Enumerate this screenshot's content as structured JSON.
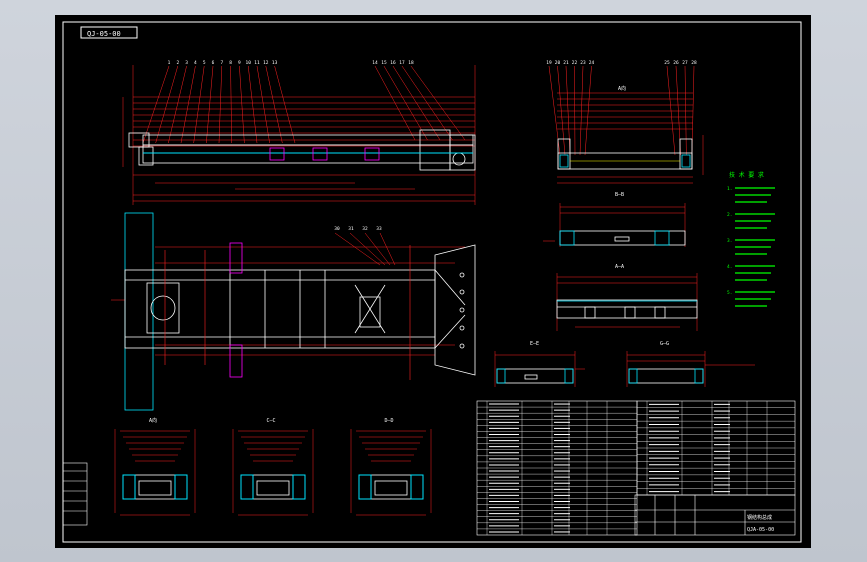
{
  "drawing": {
    "title_tag": "QJ-05-00",
    "background_color": "#000000",
    "frame_color": "#ffffff",
    "dimension_color": "#ff2020",
    "part_color": "#ffffff",
    "magenta_color": "#ff00ff",
    "cyan_color": "#00e5ff",
    "green_color": "#00ff00",
    "yellow_color": "#ffff00"
  },
  "views": {
    "elevation_balloons_left": [
      "1",
      "2",
      "3",
      "4",
      "5",
      "6",
      "7",
      "8",
      "9",
      "10",
      "11",
      "12",
      "13"
    ],
    "elevation_balloons_right": [
      "14",
      "15",
      "16",
      "17",
      "18"
    ],
    "side_view_balloons_left": [
      "19",
      "20",
      "21",
      "22",
      "23",
      "24"
    ],
    "side_view_balloons_right": [
      "25",
      "26",
      "27",
      "28"
    ],
    "side_view_label": "A向",
    "plan_balloons": [
      "30",
      "31",
      "32",
      "33"
    ],
    "section_bb_label": "B—B",
    "section_aa_label": "A—A",
    "section_ee_label": "E—E",
    "section_gg_label": "G—G",
    "bottom_section_labels": [
      "A向",
      "C—C",
      "D—D"
    ]
  },
  "notes": {
    "heading": "技 术 要 求",
    "lines": [
      "1.",
      "2.",
      "3.",
      "4.",
      "5."
    ]
  },
  "title_block": {
    "drawing_number": "QJA-05-00",
    "part_name": "钢结构总成"
  }
}
